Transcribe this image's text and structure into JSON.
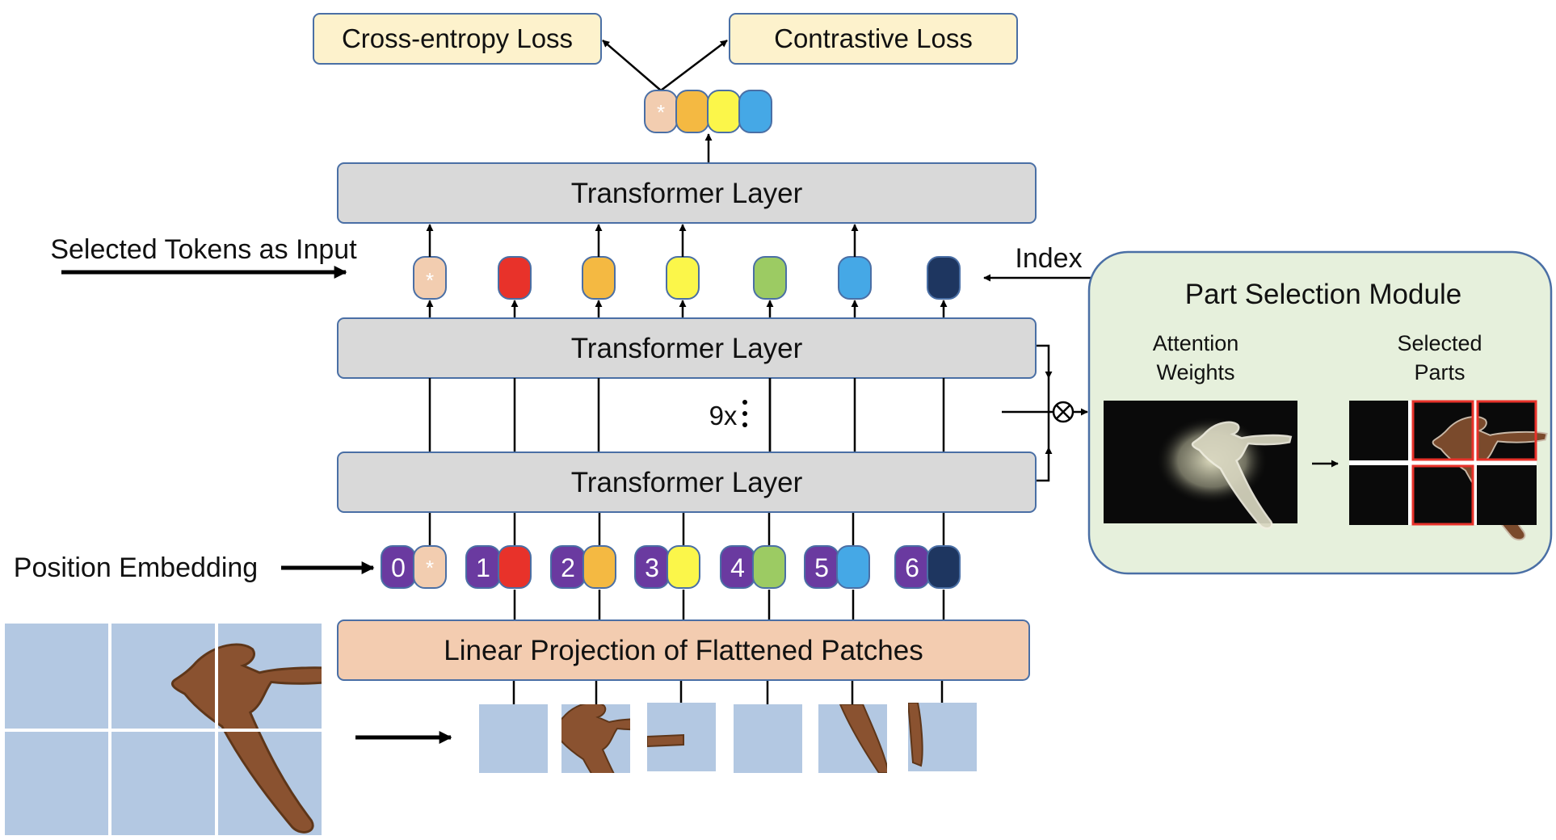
{
  "losses": {
    "cross_entropy": "Cross-entropy Loss",
    "contrastive": "Contrastive Loss"
  },
  "layers": {
    "top": "Transformer Layer",
    "middle": "Transformer Layer",
    "bottom": "Transformer Layer",
    "repeat": "9x",
    "projection": "Linear Projection of Flattened Patches"
  },
  "labels": {
    "selected_tokens": "Selected Tokens as Input",
    "index": "Index",
    "position_embedding": "Position Embedding"
  },
  "psm": {
    "title": "Part Selection Module",
    "attention_line1": "Attention",
    "attention_line2": "Weights",
    "selected_line1": "Selected",
    "selected_line2": "Parts"
  },
  "tokens": [
    {
      "index": "0",
      "color": "#f2cdb0",
      "mark": "*"
    },
    {
      "index": "1",
      "color": "#e8322a",
      "mark": ""
    },
    {
      "index": "2",
      "color": "#f4b942",
      "mark": ""
    },
    {
      "index": "3",
      "color": "#fbf64a",
      "mark": ""
    },
    {
      "index": "4",
      "color": "#9ccb63",
      "mark": ""
    },
    {
      "index": "5",
      "color": "#45a8e6",
      "mark": ""
    },
    {
      "index": "6",
      "color": "#1e3660",
      "mark": ""
    }
  ],
  "colors": {
    "loss_box": "#fdf2cc",
    "layer_box": "#d9d9d9",
    "projection_box": "#f3ccb0",
    "psm_panel": "#e6f0dc",
    "index_badge": "#6a3aa0",
    "sky": "#b3c8e2",
    "bird": "#8a5230"
  }
}
